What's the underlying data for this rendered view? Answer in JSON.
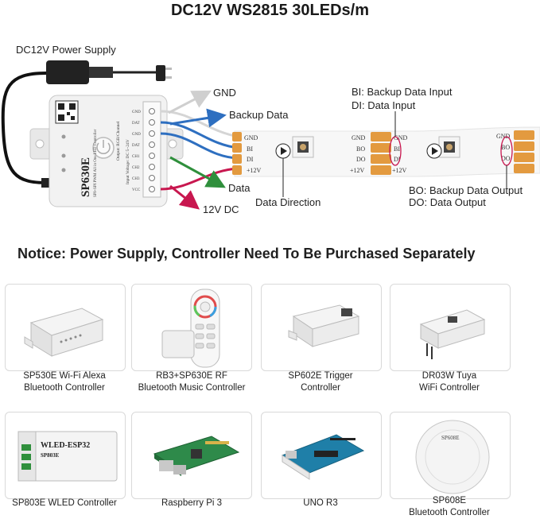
{
  "title": "DC12V WS2815 30LEDs/m",
  "power_supply_label": "DC12V Power Supply",
  "controller": {
    "model": "SP630E",
    "subtitle": "SPI+SPI PWM All in One LED Controller",
    "spec_lines": [
      "Input Voltage: DC 5~24V",
      "Output: RGB/Channel"
    ],
    "pins": [
      "GND",
      "DAT",
      "GND",
      "DAT",
      "CH1",
      "CH2",
      "CH3",
      "VCC"
    ]
  },
  "wires": {
    "gnd": "GND",
    "backup_data": "Backup Data",
    "data": "Data",
    "v12": "12V DC"
  },
  "strip": {
    "pad_labels_left": [
      "GND",
      "BI",
      "DI",
      "+12V"
    ],
    "pad_labels_right_a": [
      "GND",
      "BO",
      "DO",
      "+12V"
    ],
    "pad_labels_right_b": [
      "GND",
      "BI",
      "DI",
      "+12V"
    ],
    "pad_labels_end": [
      "GND",
      "BO",
      "DO"
    ]
  },
  "annotations": {
    "bi": "BI: Backup Data Input",
    "di": "DI: Data Input",
    "direction": "Data Direction",
    "bo": "BO: Backup Data Output",
    "do": "DO: Data Output"
  },
  "notice": "Notice: Power Supply, Controller Need To Be Purchased Separately",
  "products": [
    {
      "line1": "SP530E Wi-Fi Alexa",
      "line2": "Bluetooth Controller"
    },
    {
      "line1": "RB3+SP630E RF",
      "line2": "Bluetooth Music Controller"
    },
    {
      "line1": "SP602E Trigger",
      "line2": "Controller"
    },
    {
      "line1": "DR03W Tuya",
      "line2": "WiFi Controller"
    },
    {
      "line1": "SP803E WLED Controller",
      "line2": ""
    },
    {
      "line1": "Raspberry Pi 3",
      "line2": ""
    },
    {
      "line1": "UNO R3",
      "line2": ""
    },
    {
      "line1": "SP608E",
      "line2": "Bluetooth Controller"
    }
  ],
  "product_marks": {
    "wled": "WLED-ESP32",
    "sp803e": "SP803E",
    "sp608e": "SP608E"
  },
  "colors": {
    "gnd_wire": "#d5d5d5",
    "data_wire": "#2e6fc0",
    "backup_wire": "#2e6fc0",
    "data_green": "#2f8f3c",
    "power_wire": "#c8174f",
    "pad": "#e39a3f"
  }
}
